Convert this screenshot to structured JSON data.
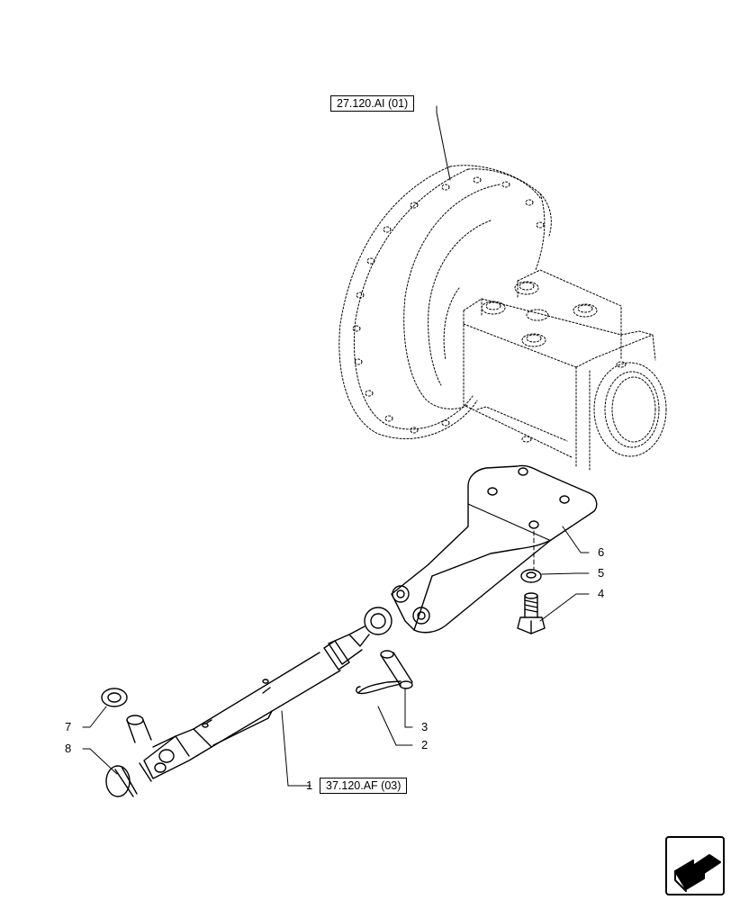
{
  "references": {
    "top": "27.120.AI (01)",
    "bottom": "37.120.AF (03)"
  },
  "callouts": {
    "c1": "1",
    "c2": "2",
    "c3": "3",
    "c4": "4",
    "c5": "5",
    "c6": "6",
    "c7": "7",
    "c8": "8"
  },
  "icons": {
    "nav": "next-page-arrow-icon"
  }
}
